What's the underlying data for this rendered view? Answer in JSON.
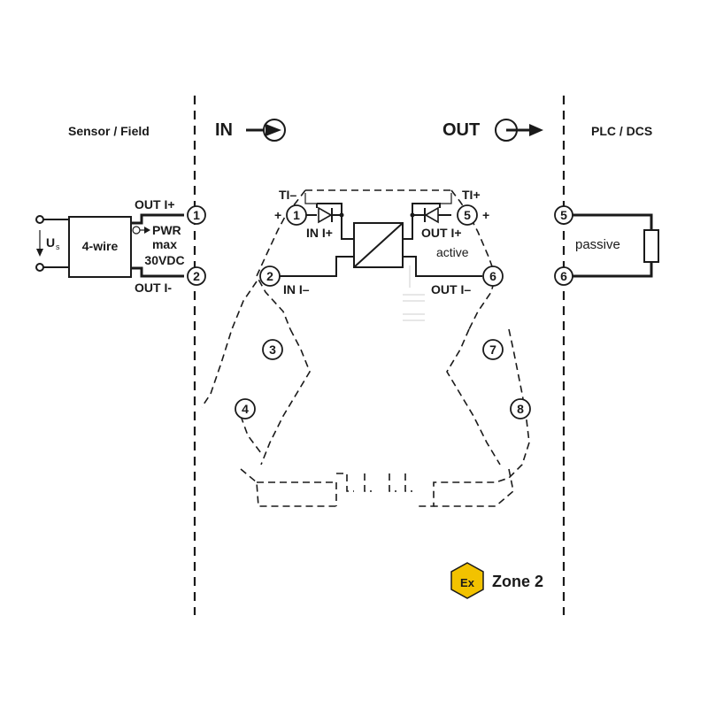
{
  "headers": {
    "sensor_field": "Sensor / Field",
    "in": "IN",
    "out": "OUT",
    "plc_dcs": "PLC / DCS"
  },
  "field": {
    "supply_label": "U",
    "supply_subscript": "s",
    "device": "4-wire",
    "out_plus": "OUT I+",
    "out_minus": "OUT I-",
    "pwr_line1": "PWR",
    "pwr_line2": "max",
    "pwr_line3": "30VDC"
  },
  "module": {
    "ti_minus": "TI–",
    "ti_plus": "TI+",
    "in_plus": "IN I+",
    "in_minus": "IN I–",
    "out_plus": "OUT I+",
    "out_minus": "OUT I–",
    "active": "active",
    "plus_sign": "+"
  },
  "terminals": {
    "t1": "1",
    "t2": "2",
    "t3": "3",
    "t4": "4",
    "t5": "5",
    "t6": "6",
    "t7": "7",
    "t8": "8"
  },
  "plc": {
    "terminal_5": "5",
    "terminal_6": "6",
    "load": "passive"
  },
  "zone": {
    "ex_symbol": "Ex",
    "label": "Zone 2",
    "badge_color": "#f2c200"
  }
}
